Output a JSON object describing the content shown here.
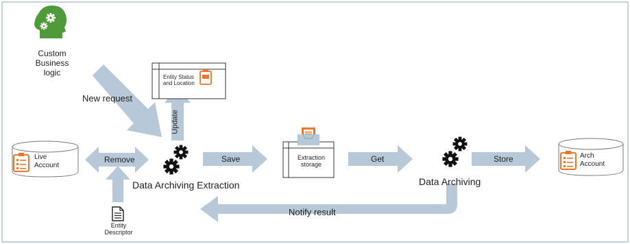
{
  "nodes": {
    "custom_logic": "Custom\nBusiness logic",
    "live_account": "Live\nAccount",
    "arch_account": "Arch\nAccount",
    "entity_status": "Entity Status\nand Location",
    "extraction": "Data Archiving Extraction",
    "extraction_storage": "Extraction\nstorage",
    "data_archiving": "Data Archiving",
    "entity_descriptor": "Entity\nDescriptor"
  },
  "edges": {
    "new_request": "New request",
    "update": "Update",
    "remove": "Remove",
    "save": "Save",
    "get": "Get",
    "store": "Store",
    "notify": "Notify result"
  },
  "colors": {
    "arrow": "#b7c9d9",
    "head_icon": "#4f9a3a",
    "doc_icon": "#e8762b",
    "gear": "#111111",
    "border": "#9cb3c6"
  }
}
